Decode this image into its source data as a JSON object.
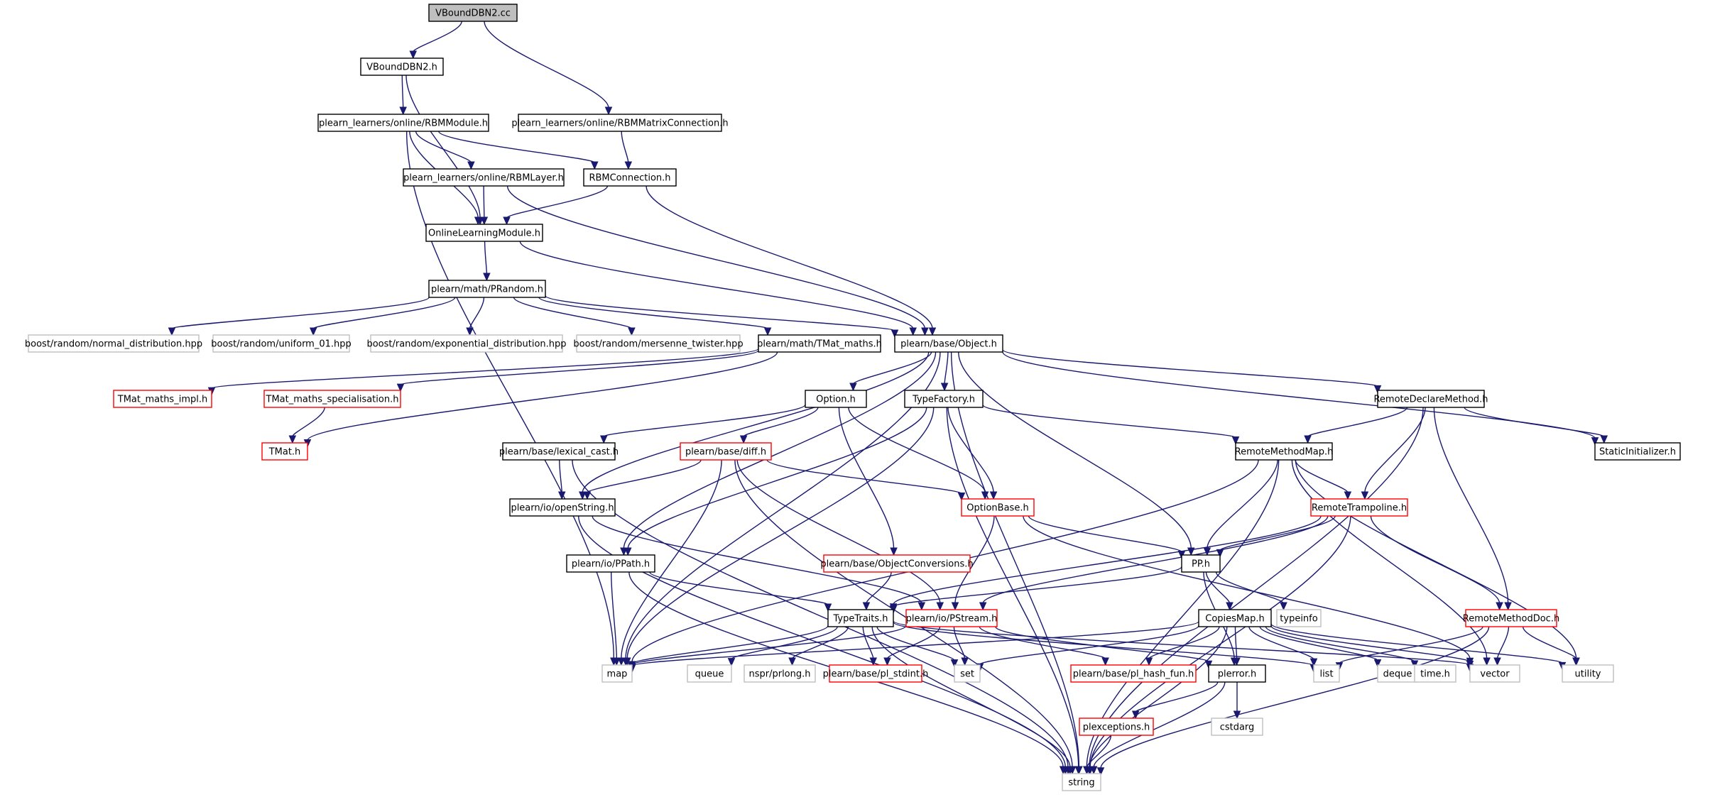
{
  "diagram": {
    "colors": {
      "edge": "#191970",
      "root_fill": "#bfbfbf",
      "normal_border": "#000000",
      "truncated_border": "#ff0000",
      "external_border": "#bfbfbf"
    },
    "nodes": [
      {
        "id": "n0",
        "label": "VBoundDBN2.cc",
        "kind": "root"
      },
      {
        "id": "n1",
        "label": "VBoundDBN2.h",
        "kind": "normal"
      },
      {
        "id": "n2",
        "label": "plearn_learners/online/RBMModule.h",
        "kind": "normal"
      },
      {
        "id": "n3",
        "label": "plearn_learners/online/RBMMatrixConnection.h",
        "kind": "normal"
      },
      {
        "id": "n4",
        "label": "plearn_learners/online/RBMLayer.h",
        "kind": "normal"
      },
      {
        "id": "n5",
        "label": "RBMConnection.h",
        "kind": "normal"
      },
      {
        "id": "n6",
        "label": "OnlineLearningModule.h",
        "kind": "normal"
      },
      {
        "id": "n7",
        "label": "plearn/math/PRandom.h",
        "kind": "normal"
      },
      {
        "id": "n8",
        "label": "boost/random/normal_distribution.hpp",
        "kind": "external"
      },
      {
        "id": "n9",
        "label": "boost/random/uniform_01.hpp",
        "kind": "external"
      },
      {
        "id": "n10",
        "label": "boost/random/exponential_distribution.hpp",
        "kind": "external"
      },
      {
        "id": "n11",
        "label": "boost/random/mersenne_twister.hpp",
        "kind": "external"
      },
      {
        "id": "n12",
        "label": "plearn/math/TMat_maths.h",
        "kind": "normal"
      },
      {
        "id": "n13",
        "label": "plearn/base/Object.h",
        "kind": "normal"
      },
      {
        "id": "n14",
        "label": "TMat_maths_impl.h",
        "kind": "truncated"
      },
      {
        "id": "n15",
        "label": "TMat_maths_specialisation.h",
        "kind": "truncated"
      },
      {
        "id": "n16",
        "label": "TMat.h",
        "kind": "truncated"
      },
      {
        "id": "n17",
        "label": "Option.h",
        "kind": "normal"
      },
      {
        "id": "n18",
        "label": "TypeFactory.h",
        "kind": "normal"
      },
      {
        "id": "n19",
        "label": "RemoteDeclareMethod.h",
        "kind": "normal"
      },
      {
        "id": "n20",
        "label": "StaticInitializer.h",
        "kind": "normal"
      },
      {
        "id": "n21",
        "label": "plearn/base/lexical_cast.h",
        "kind": "normal"
      },
      {
        "id": "n22",
        "label": "plearn/base/diff.h",
        "kind": "truncated"
      },
      {
        "id": "n23",
        "label": "RemoteMethodMap.h",
        "kind": "normal"
      },
      {
        "id": "n24",
        "label": "plearn/io/openString.h",
        "kind": "normal"
      },
      {
        "id": "n25",
        "label": "OptionBase.h",
        "kind": "truncated"
      },
      {
        "id": "n26",
        "label": "RemoteTrampoline.h",
        "kind": "truncated"
      },
      {
        "id": "n27",
        "label": "plearn/io/PPath.h",
        "kind": "normal"
      },
      {
        "id": "n28",
        "label": "plearn/base/ObjectConversions.h",
        "kind": "truncated"
      },
      {
        "id": "n29",
        "label": "PP.h",
        "kind": "normal"
      },
      {
        "id": "n30",
        "label": "TypeTraits.h",
        "kind": "normal"
      },
      {
        "id": "n31",
        "label": "plearn/io/PStream.h",
        "kind": "truncated"
      },
      {
        "id": "n32",
        "label": "CopiesMap.h",
        "kind": "normal"
      },
      {
        "id": "n33",
        "label": "typeinfo",
        "kind": "external"
      },
      {
        "id": "n34",
        "label": "RemoteMethodDoc.h",
        "kind": "truncated"
      },
      {
        "id": "n35",
        "label": "map",
        "kind": "external"
      },
      {
        "id": "n36",
        "label": "queue",
        "kind": "external"
      },
      {
        "id": "n37",
        "label": "nspr/prlong.h",
        "kind": "external"
      },
      {
        "id": "n38",
        "label": "plearn/base/pl_stdint.h",
        "kind": "truncated"
      },
      {
        "id": "n39",
        "label": "set",
        "kind": "external"
      },
      {
        "id": "n40",
        "label": "plearn/base/pl_hash_fun.h",
        "kind": "truncated"
      },
      {
        "id": "n41",
        "label": "plerror.h",
        "kind": "normal"
      },
      {
        "id": "n42",
        "label": "list",
        "kind": "external"
      },
      {
        "id": "n43",
        "label": "deque",
        "kind": "external"
      },
      {
        "id": "n44",
        "label": "time.h",
        "kind": "external"
      },
      {
        "id": "n45",
        "label": "vector",
        "kind": "external"
      },
      {
        "id": "n46",
        "label": "utility",
        "kind": "external"
      },
      {
        "id": "n47",
        "label": "plexceptions.h",
        "kind": "truncated"
      },
      {
        "id": "n48",
        "label": "cstdarg",
        "kind": "external"
      },
      {
        "id": "n49",
        "label": "string",
        "kind": "external"
      }
    ],
    "edges": [
      [
        "n0",
        "n1"
      ],
      [
        "n0",
        "n3"
      ],
      [
        "n1",
        "n2"
      ],
      [
        "n1",
        "n6"
      ],
      [
        "n2",
        "n4"
      ],
      [
        "n2",
        "n5"
      ],
      [
        "n2",
        "n6"
      ],
      [
        "n2",
        "n35"
      ],
      [
        "n3",
        "n5"
      ],
      [
        "n4",
        "n6"
      ],
      [
        "n4",
        "n13"
      ],
      [
        "n5",
        "n6"
      ],
      [
        "n5",
        "n13"
      ],
      [
        "n6",
        "n7"
      ],
      [
        "n6",
        "n13"
      ],
      [
        "n7",
        "n8"
      ],
      [
        "n7",
        "n9"
      ],
      [
        "n7",
        "n10"
      ],
      [
        "n7",
        "n11"
      ],
      [
        "n7",
        "n12"
      ],
      [
        "n7",
        "n13"
      ],
      [
        "n12",
        "n14"
      ],
      [
        "n12",
        "n15"
      ],
      [
        "n12",
        "n16"
      ],
      [
        "n15",
        "n16"
      ],
      [
        "n13",
        "n17"
      ],
      [
        "n13",
        "n18"
      ],
      [
        "n13",
        "n19"
      ],
      [
        "n13",
        "n20"
      ],
      [
        "n13",
        "n24"
      ],
      [
        "n13",
        "n27"
      ],
      [
        "n13",
        "n29"
      ],
      [
        "n13",
        "n35"
      ],
      [
        "n13",
        "n49"
      ],
      [
        "n17",
        "n21"
      ],
      [
        "n17",
        "n22"
      ],
      [
        "n17",
        "n25"
      ],
      [
        "n17",
        "n28"
      ],
      [
        "n18",
        "n23"
      ],
      [
        "n18",
        "n25"
      ],
      [
        "n18",
        "n27"
      ],
      [
        "n18",
        "n35"
      ],
      [
        "n18",
        "n49"
      ],
      [
        "n19",
        "n20"
      ],
      [
        "n19",
        "n23"
      ],
      [
        "n19",
        "n26"
      ],
      [
        "n19",
        "n34"
      ],
      [
        "n19",
        "n49"
      ],
      [
        "n21",
        "n24"
      ],
      [
        "n21",
        "n49"
      ],
      [
        "n22",
        "n24"
      ],
      [
        "n22",
        "n25"
      ],
      [
        "n22",
        "n31"
      ],
      [
        "n22",
        "n35"
      ],
      [
        "n22",
        "n49"
      ],
      [
        "n23",
        "n26"
      ],
      [
        "n23",
        "n29"
      ],
      [
        "n23",
        "n35"
      ],
      [
        "n23",
        "n45"
      ],
      [
        "n23",
        "n46"
      ],
      [
        "n23",
        "n49"
      ],
      [
        "n24",
        "n31"
      ],
      [
        "n24",
        "n49"
      ],
      [
        "n25",
        "n29"
      ],
      [
        "n25",
        "n31"
      ],
      [
        "n25",
        "n45"
      ],
      [
        "n26",
        "n29"
      ],
      [
        "n26",
        "n30"
      ],
      [
        "n26",
        "n31"
      ],
      [
        "n26",
        "n34"
      ],
      [
        "n26",
        "n49"
      ],
      [
        "n27",
        "n30"
      ],
      [
        "n27",
        "n35"
      ],
      [
        "n27",
        "n49"
      ],
      [
        "n28",
        "n30"
      ],
      [
        "n29",
        "n30"
      ],
      [
        "n29",
        "n32"
      ],
      [
        "n29",
        "n33"
      ],
      [
        "n29",
        "n41"
      ],
      [
        "n30",
        "n35"
      ],
      [
        "n30",
        "n36"
      ],
      [
        "n30",
        "n37"
      ],
      [
        "n30",
        "n38"
      ],
      [
        "n30",
        "n39"
      ],
      [
        "n30",
        "n42"
      ],
      [
        "n30",
        "n45"
      ],
      [
        "n30",
        "n49"
      ],
      [
        "n31",
        "n35"
      ],
      [
        "n31",
        "n38"
      ],
      [
        "n31",
        "n39"
      ],
      [
        "n31",
        "n40"
      ],
      [
        "n31",
        "n41"
      ],
      [
        "n32",
        "n35"
      ],
      [
        "n32",
        "n39"
      ],
      [
        "n32",
        "n40"
      ],
      [
        "n32",
        "n41"
      ],
      [
        "n32",
        "n42"
      ],
      [
        "n32",
        "n43"
      ],
      [
        "n32",
        "n44"
      ],
      [
        "n32",
        "n45"
      ],
      [
        "n32",
        "n46"
      ],
      [
        "n32",
        "n49"
      ],
      [
        "n34",
        "n42"
      ],
      [
        "n34",
        "n45"
      ],
      [
        "n34",
        "n46"
      ],
      [
        "n34",
        "n49"
      ],
      [
        "n41",
        "n47"
      ],
      [
        "n41",
        "n48"
      ],
      [
        "n41",
        "n49"
      ],
      [
        "n47",
        "n49"
      ]
    ]
  }
}
